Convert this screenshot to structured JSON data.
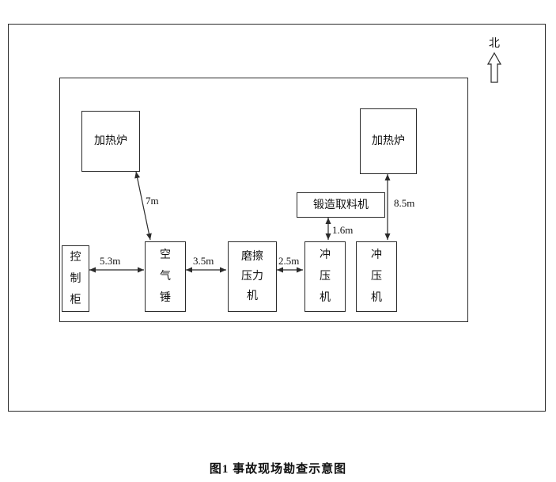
{
  "figure": {
    "north_label": "北",
    "boxes": {
      "furnace_left": "加热炉",
      "furnace_right": "加热炉",
      "reclaimer": "锻造取料机",
      "control_cabinet": "控制柜",
      "air_hammer": "空气锤",
      "friction_press": "磨擦压力机",
      "punch_press_1": "冲压机",
      "punch_press_2": "冲压机"
    },
    "distances": {
      "furnace_left_to_air_hammer": "7m",
      "control_cabinet_to_air_hammer": "5.3m",
      "air_hammer_to_friction_press": "3.5m",
      "friction_press_to_punch_press": "2.5m",
      "reclaimer_to_punch_press": "1.6m",
      "furnace_right_to_punch_press": "8.5m"
    },
    "caption": "图1 事故现场勘查示意图"
  }
}
